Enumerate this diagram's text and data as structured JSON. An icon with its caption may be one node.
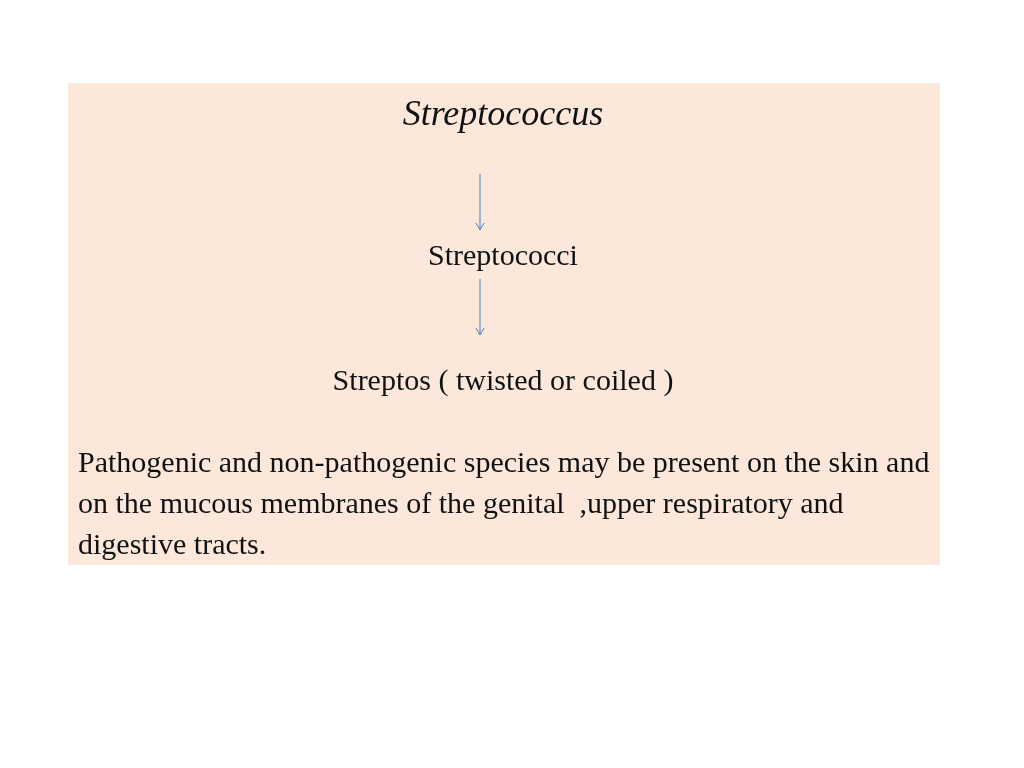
{
  "diagram": {
    "nodes": [
      {
        "text": [
          "Streptococcus"
        ]
      },
      {
        "text": [
          "Streptococci"
        ]
      },
      {
        "text": [
          "Streptos ( twisted or coiled )"
        ]
      }
    ],
    "edges": [
      {
        "from": 0,
        "to": 1,
        "arrow": "to"
      },
      {
        "from": 1,
        "to": 2,
        "arrow": "to"
      }
    ],
    "labels": [
      "Pathogenic and non-pathogenic species may be present on the skin and on the mucous membranes of the genital  ,upper respiratory and digestive tracts."
    ]
  }
}
